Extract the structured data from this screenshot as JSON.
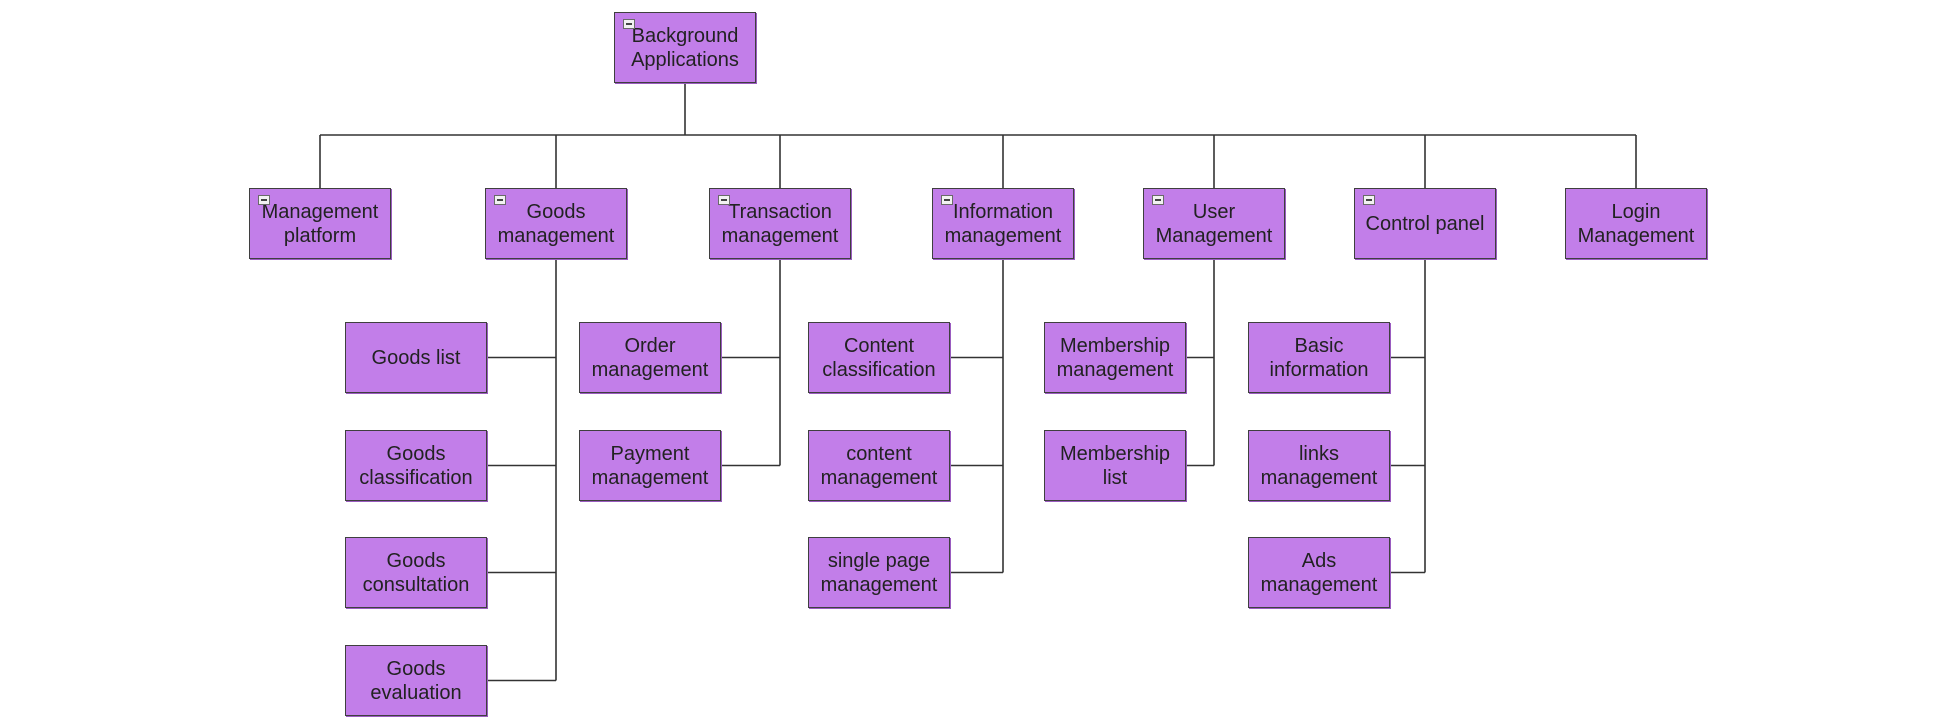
{
  "diagram": {
    "root": {
      "label": "Background\nApplications",
      "collapsible": true
    },
    "categories": [
      {
        "label": "Management\nplatform",
        "collapsible": true,
        "children": []
      },
      {
        "label": "Goods\nmanagement",
        "collapsible": true,
        "children": [
          "Goods list",
          "Goods\nclassification",
          "Goods\nconsultation",
          "Goods\nevaluation"
        ]
      },
      {
        "label": "Transaction\nmanagement",
        "collapsible": true,
        "children": [
          "Order\nmanagement",
          "Payment\nmanagement"
        ]
      },
      {
        "label": "Information\nmanagement",
        "collapsible": true,
        "children": [
          "Content\nclassification",
          "content\nmanagement",
          "single page\nmanagement"
        ]
      },
      {
        "label": "User\nManagement",
        "collapsible": true,
        "children": [
          "Membership\nmanagement",
          "Membership\nlist"
        ]
      },
      {
        "label": "Control panel",
        "collapsible": true,
        "children": [
          "Basic\ninformation",
          "links\nmanagement",
          "Ads\nmanagement"
        ]
      },
      {
        "label": "Login\nManagement",
        "collapsible": false,
        "children": []
      }
    ],
    "colors": {
      "node_fill": "#c27ee9",
      "node_border": "#3f3f3f",
      "line": "#333333"
    }
  }
}
